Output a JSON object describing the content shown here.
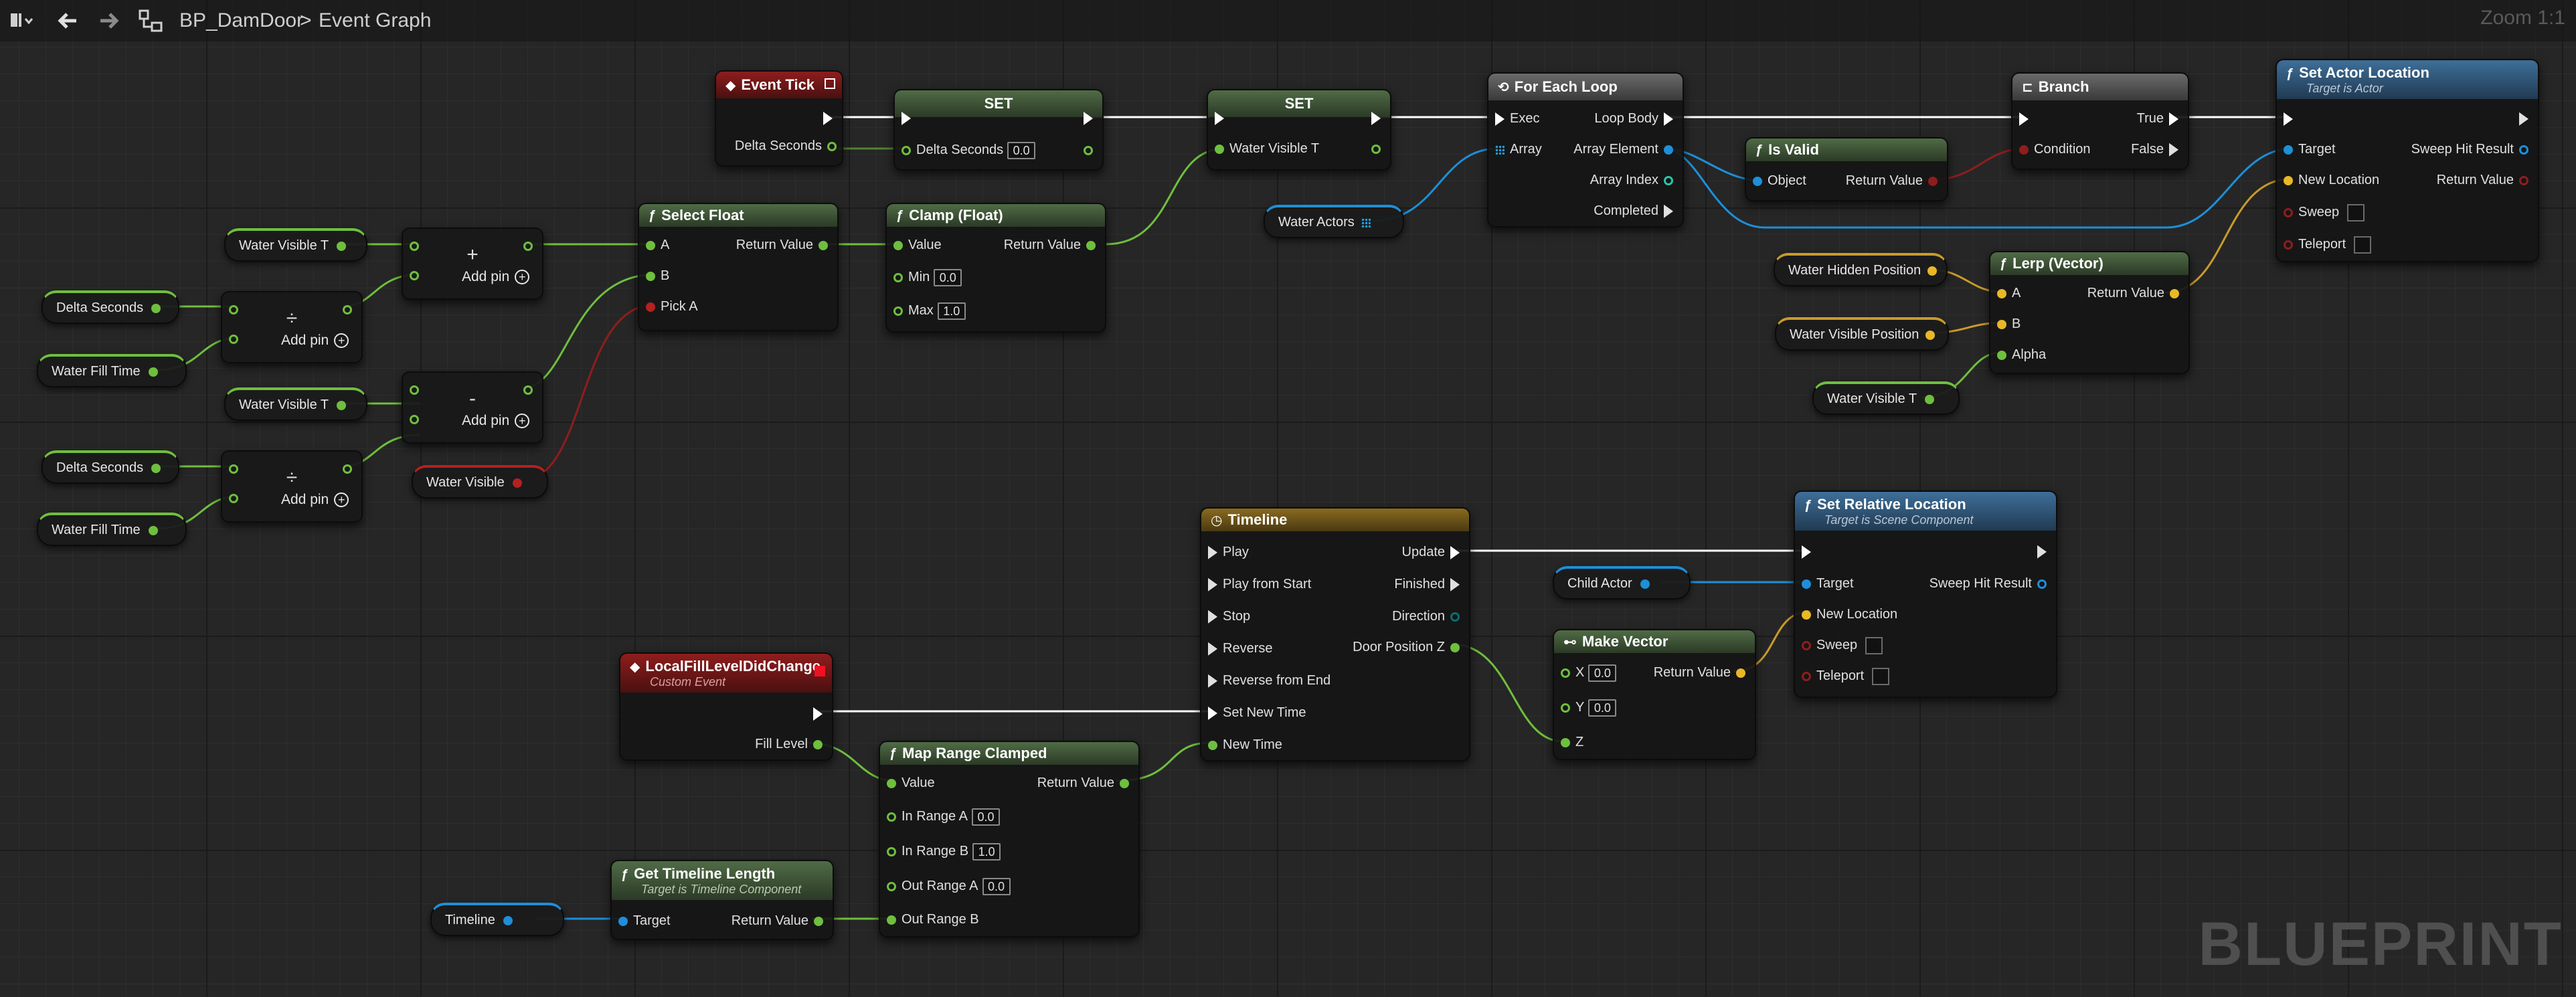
{
  "toolbar": {
    "breadcrumb_asset": "BP_DamDoor",
    "breadcrumb_sep": ">",
    "breadcrumb_graph": "Event Graph",
    "zoom": "Zoom 1:1"
  },
  "watermark": "BLUEPRINT",
  "math_nodes": {
    "add_pin_label": "Add pin",
    "op_add": "+",
    "op_div": "÷",
    "op_sub": "-"
  },
  "variables": {
    "water_visible_t": "Water Visible T",
    "delta_seconds": "Delta Seconds",
    "water_fill_time": "Water Fill Time",
    "water_visible": "Water Visible",
    "water_actors": "Water Actors",
    "water_hidden_position": "Water Hidden Position",
    "water_visible_position": "Water Visible Position",
    "child_actor": "Child Actor",
    "timeline": "Timeline"
  },
  "nodes": {
    "event_tick": {
      "title": "Event Tick",
      "delta": "Delta Seconds"
    },
    "set1": {
      "title": "SET",
      "pin": "Delta Seconds",
      "value": "0.0"
    },
    "set2": {
      "title": "SET",
      "pin": "Water Visible T"
    },
    "select_float": {
      "title": "Select Float",
      "a": "A",
      "b": "B",
      "pick": "Pick A",
      "ret": "Return Value"
    },
    "clamp": {
      "title": "Clamp (Float)",
      "value": "Value",
      "min": "Min",
      "min_val": "0.0",
      "max": "Max",
      "max_val": "1.0",
      "ret": "Return Value"
    },
    "foreach": {
      "title": "For Each Loop",
      "exec": "Exec",
      "array": "Array",
      "body": "Loop Body",
      "elem": "Array Element",
      "index": "Array Index",
      "completed": "Completed"
    },
    "isvalid": {
      "title": "Is Valid",
      "object": "Object",
      "ret": "Return Value"
    },
    "branch": {
      "title": "Branch",
      "cond": "Condition",
      "true": "True",
      "false": "False"
    },
    "set_actor_loc": {
      "title": "Set Actor Location",
      "sub": "Target is Actor",
      "target": "Target",
      "newloc": "New Location",
      "sweep": "Sweep",
      "teleport": "Teleport",
      "hit": "Sweep Hit Result",
      "ret": "Return Value"
    },
    "lerp": {
      "title": "Lerp (Vector)",
      "a": "A",
      "b": "B",
      "alpha": "Alpha",
      "ret": "Return Value"
    },
    "timeline": {
      "title": "Timeline",
      "play": "Play",
      "play_start": "Play from Start",
      "stop": "Stop",
      "reverse": "Reverse",
      "reverse_end": "Reverse from End",
      "set_new_time": "Set New Time",
      "new_time": "New Time",
      "update": "Update",
      "finished": "Finished",
      "direction": "Direction",
      "door_pos": "Door Position Z"
    },
    "set_rel_loc": {
      "title": "Set Relative Location",
      "sub": "Target is Scene Component",
      "target": "Target",
      "newloc": "New Location",
      "sweep": "Sweep",
      "teleport": "Teleport",
      "hit": "Sweep Hit Result"
    },
    "make_vector": {
      "title": "Make Vector",
      "x": "X",
      "x_val": "0.0",
      "y": "Y",
      "y_val": "0.0",
      "z": "Z",
      "ret": "Return Value"
    },
    "local_fill": {
      "title": "LocalFillLevelDidChange",
      "sub": "Custom Event",
      "fill": "Fill Level"
    },
    "map_range": {
      "title": "Map Range Clamped",
      "value": "Value",
      "ina": "In Range A",
      "ina_val": "0.0",
      "inb": "In Range B",
      "inb_val": "1.0",
      "outa": "Out Range A",
      "outa_val": "0.0",
      "outb": "Out Range B",
      "ret": "Return Value"
    },
    "get_tl_len": {
      "title": "Get Timeline Length",
      "sub": "Target is Timeline Component",
      "target": "Target",
      "ret": "Return Value"
    }
  },
  "colors": {
    "exec_wire": "#ffffff",
    "float_wire": "#6fbf3e",
    "object_wire": "#1e8fd8",
    "bool_wire": "#8f1d1d",
    "vector_wire": "#c89b2a"
  }
}
